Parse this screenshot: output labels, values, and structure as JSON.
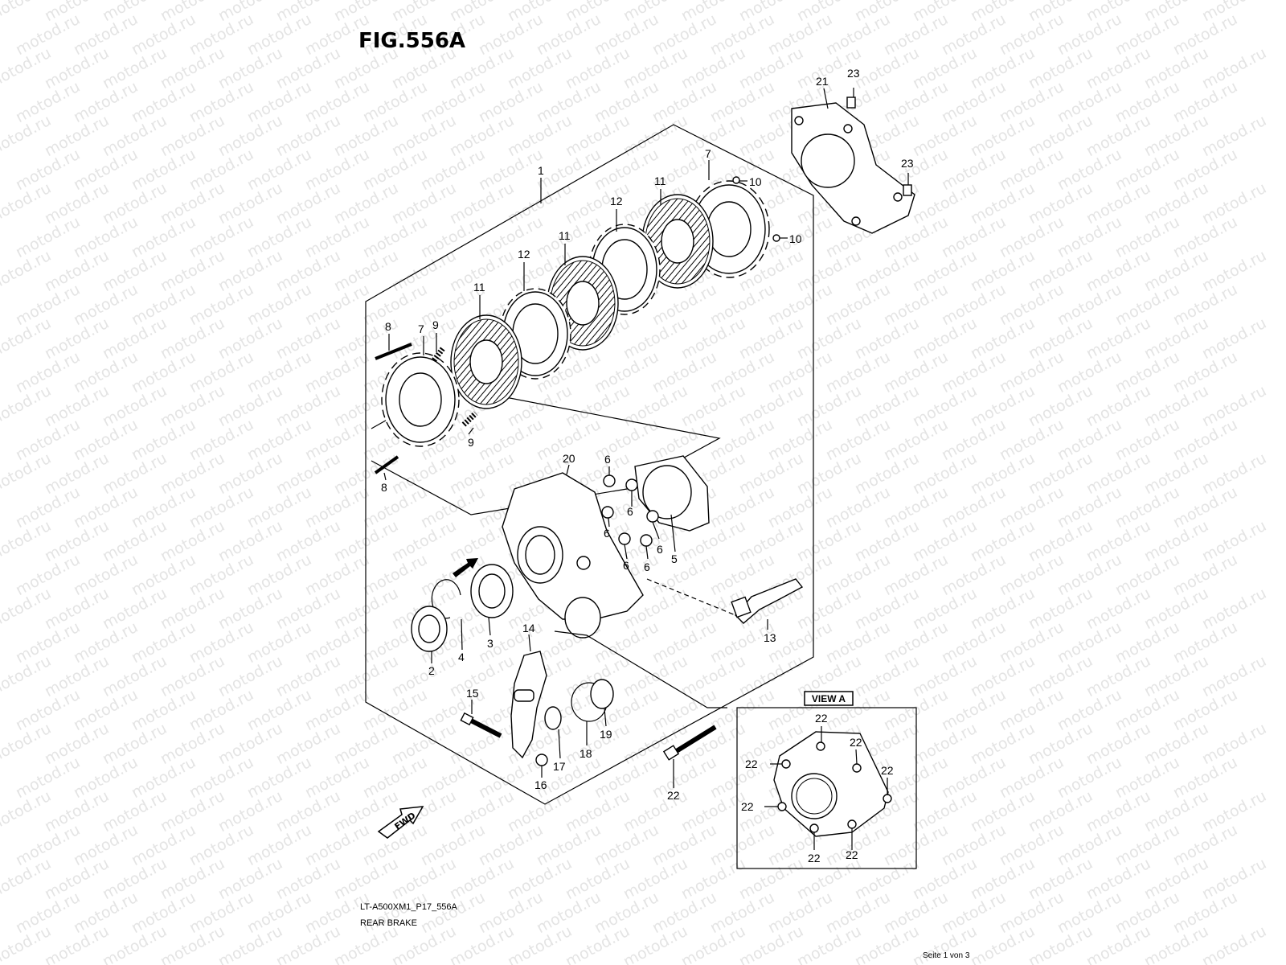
{
  "figure": {
    "title": "FIG.556A",
    "model_code": "LT-A500XM1_P17_556A",
    "section_name": "REAR BRAKE",
    "page_indicator": "Seite 1 von 3",
    "watermark": "motod.ru",
    "view_label": "VIEW A",
    "fwd_label": "FWD"
  },
  "callouts": {
    "c1": "1",
    "c2": "2",
    "c3": "3",
    "c4": "4",
    "c5": "5",
    "c6": "6",
    "c7": "7",
    "c8": "8",
    "c9": "9",
    "c10": "10",
    "c11": "11",
    "c12": "12",
    "c13": "13",
    "c14": "14",
    "c15": "15",
    "c16": "16",
    "c17": "17",
    "c18": "18",
    "c19": "19",
    "c20": "20",
    "c21": "21",
    "c22": "22",
    "c23": "23"
  },
  "colors": {
    "line": "#000000",
    "watermark": "#e4e4e4",
    "background": "#ffffff"
  }
}
